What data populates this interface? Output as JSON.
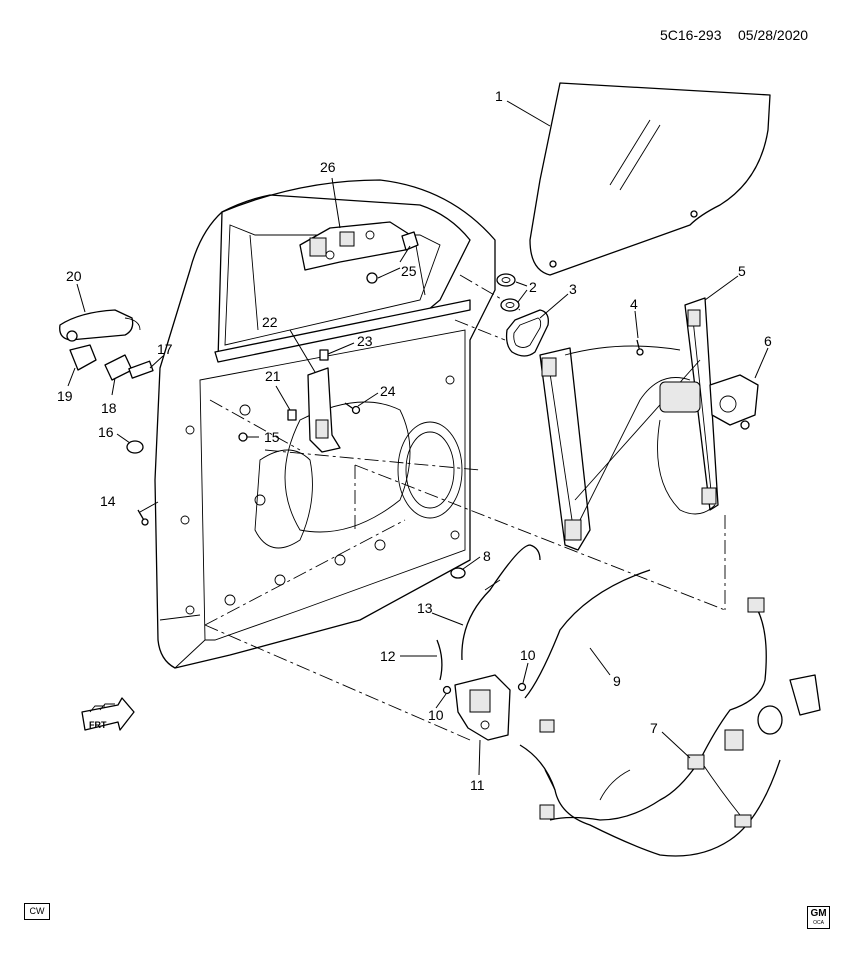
{
  "header": {
    "code": "5C16-293",
    "date": "05/28/2020"
  },
  "callouts": {
    "c1": "1",
    "c2": "2",
    "c3": "3",
    "c4": "4",
    "c5": "5",
    "c6": "6",
    "c7": "7",
    "c8": "8",
    "c9": "9",
    "c10a": "10",
    "c10b": "10",
    "c11": "11",
    "c12": "12",
    "c13": "13",
    "c14": "14",
    "c15": "15",
    "c16": "16",
    "c17": "17",
    "c18": "18",
    "c19": "19",
    "c20": "20",
    "c21": "21",
    "c22": "22",
    "c23": "23",
    "c24": "24",
    "c25": "25",
    "c26": "26"
  },
  "direction_marker": "FRT",
  "footer": {
    "cw_code": "CW",
    "logo_main": "GM",
    "logo_sub": "OCA"
  }
}
